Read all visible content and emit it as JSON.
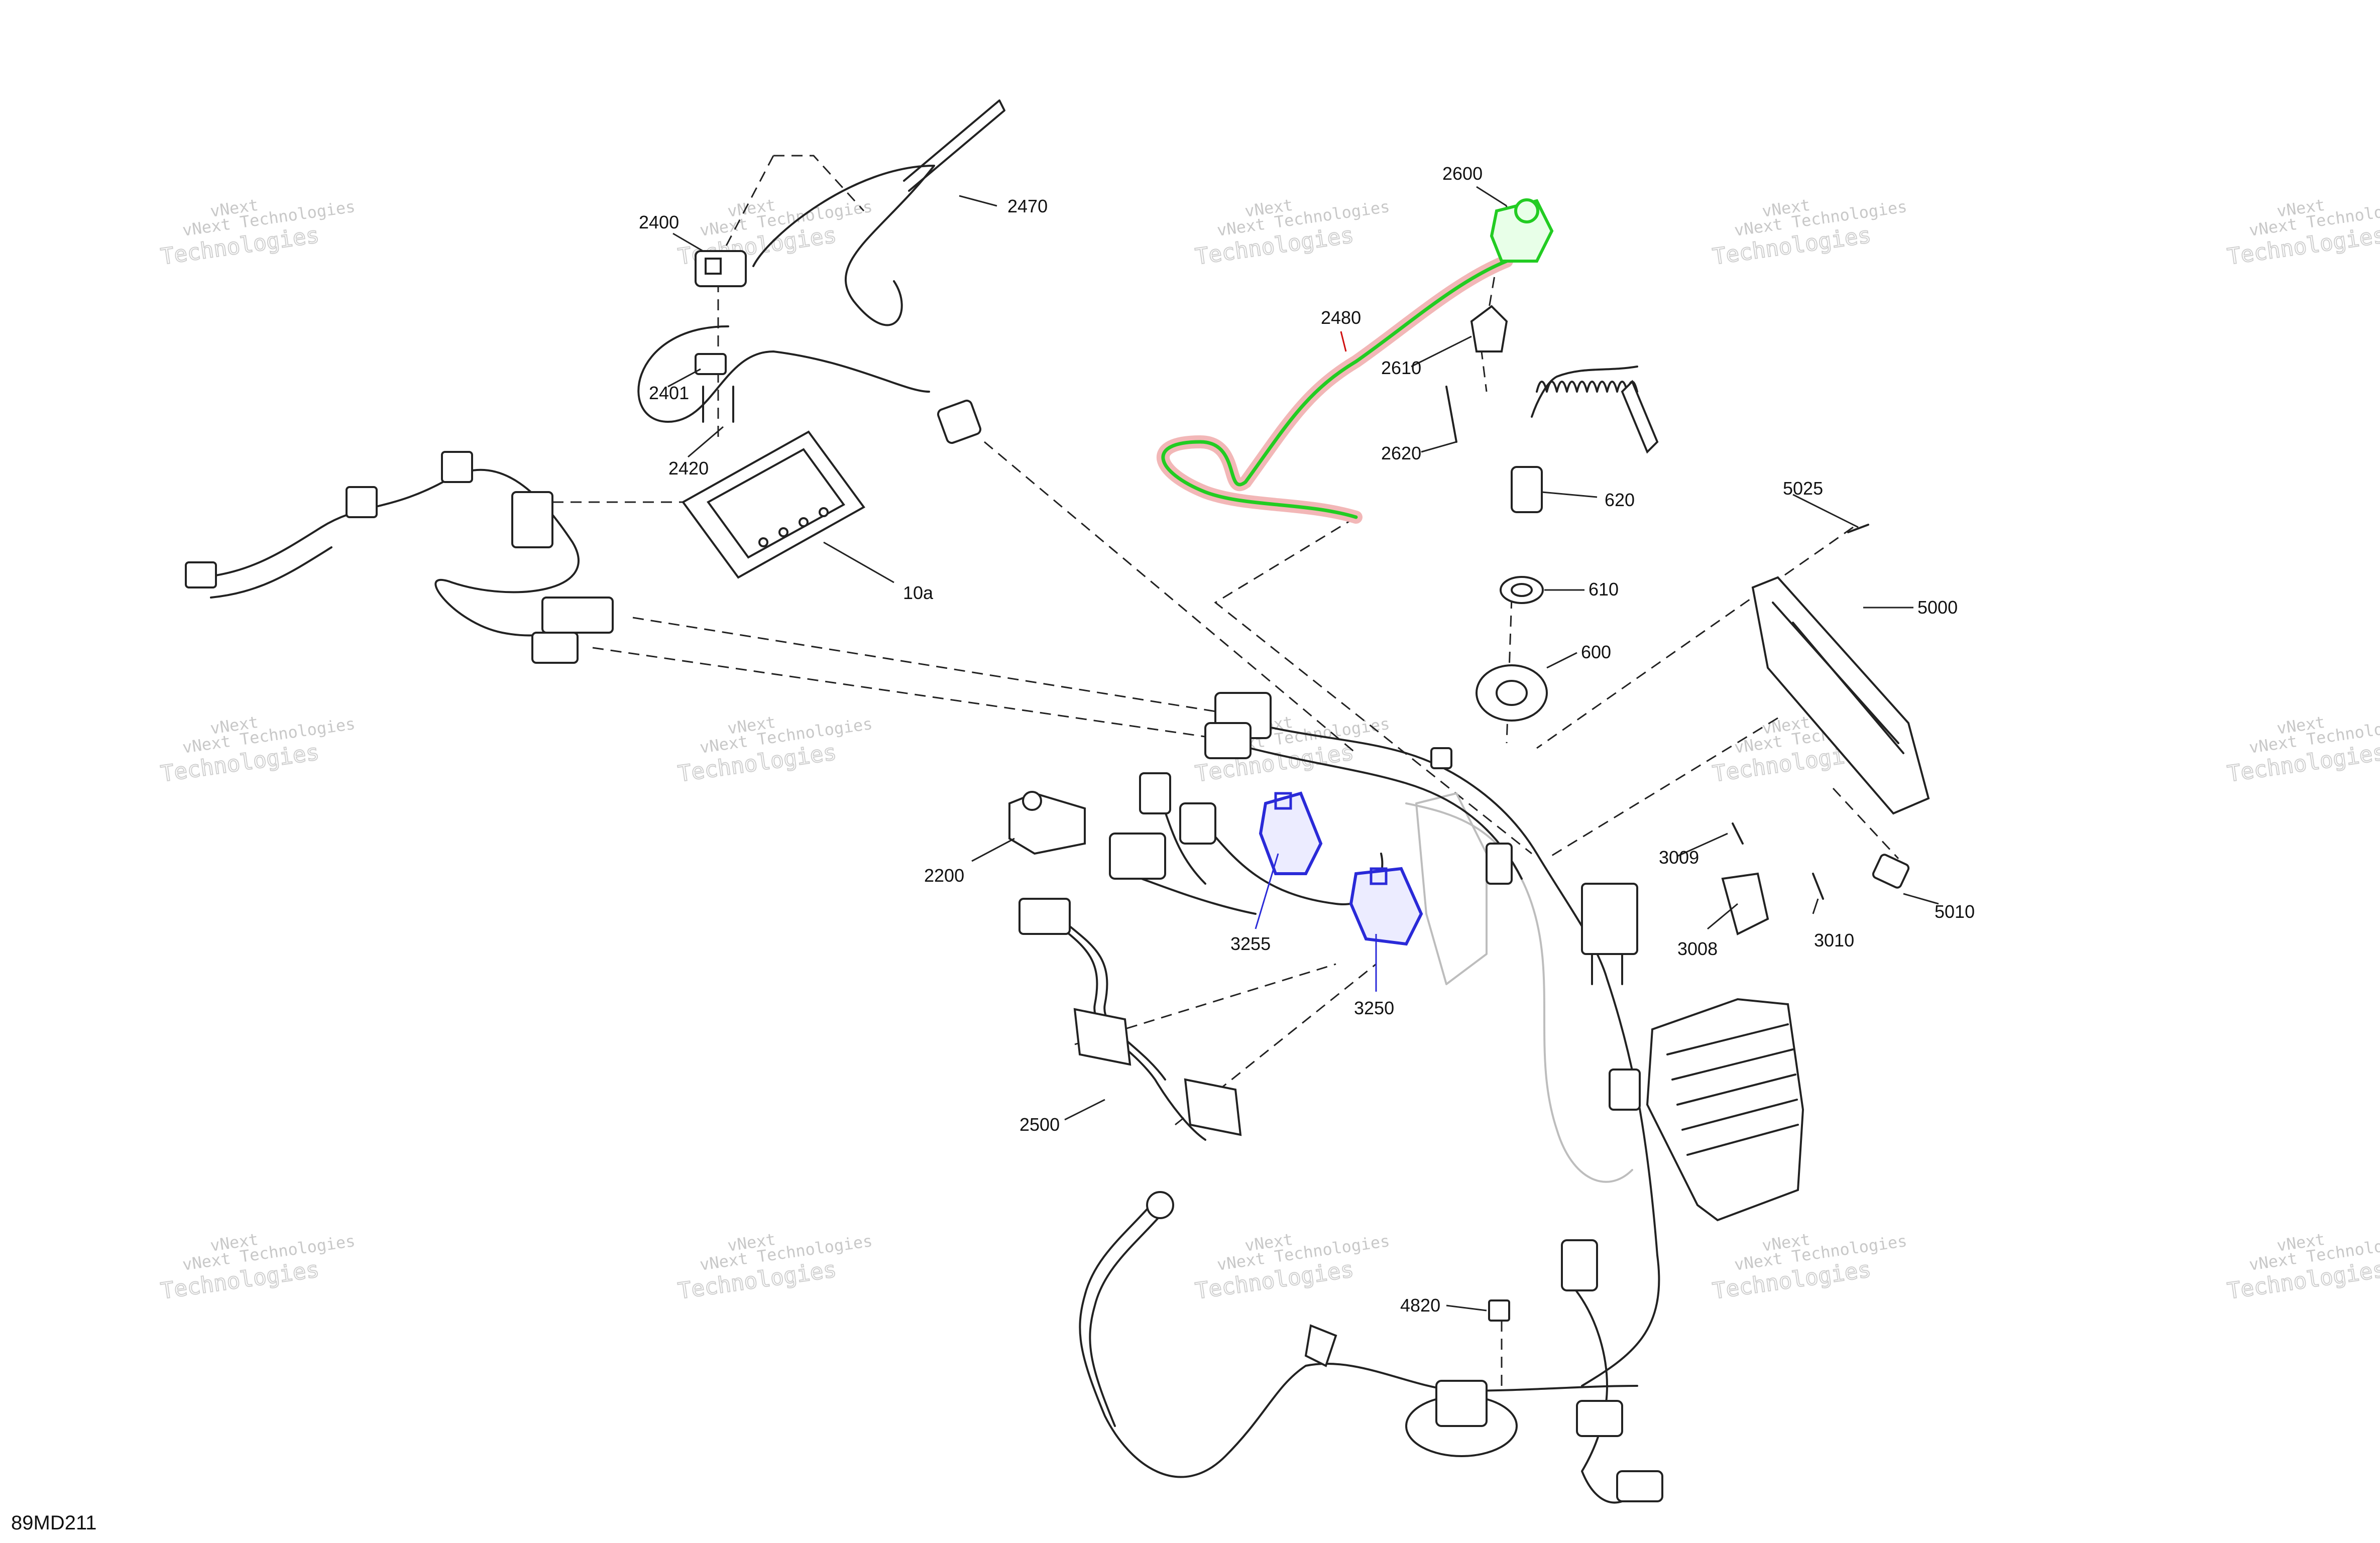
{
  "diagram": {
    "code": "89MD211",
    "watermark": {
      "line1": "vNext Technologies",
      "line2": "Technologies",
      "small": "vNext"
    },
    "highlight_colors": {
      "green": "#22cc22",
      "green_glow": "#f2b7b7",
      "blue": "#2a2ad8",
      "red_leader": "#d01010"
    },
    "callouts": {
      "c2600": "2600",
      "c2470": "2470",
      "c2400": "2400",
      "c2480": "2480",
      "c2610": "2610",
      "c2401": "2401",
      "c2620": "2620",
      "c2420": "2420",
      "c620": "620",
      "c5025": "5025",
      "c10a": "10a",
      "c610": "610",
      "c5000": "5000",
      "c600": "600",
      "c3009": "3009",
      "c2200": "2200",
      "c3255": "3255",
      "c3250": "3250",
      "c5010": "5010",
      "c3008": "3008",
      "c3010": "3010",
      "c2500": "2500",
      "c4820": "4820"
    }
  }
}
